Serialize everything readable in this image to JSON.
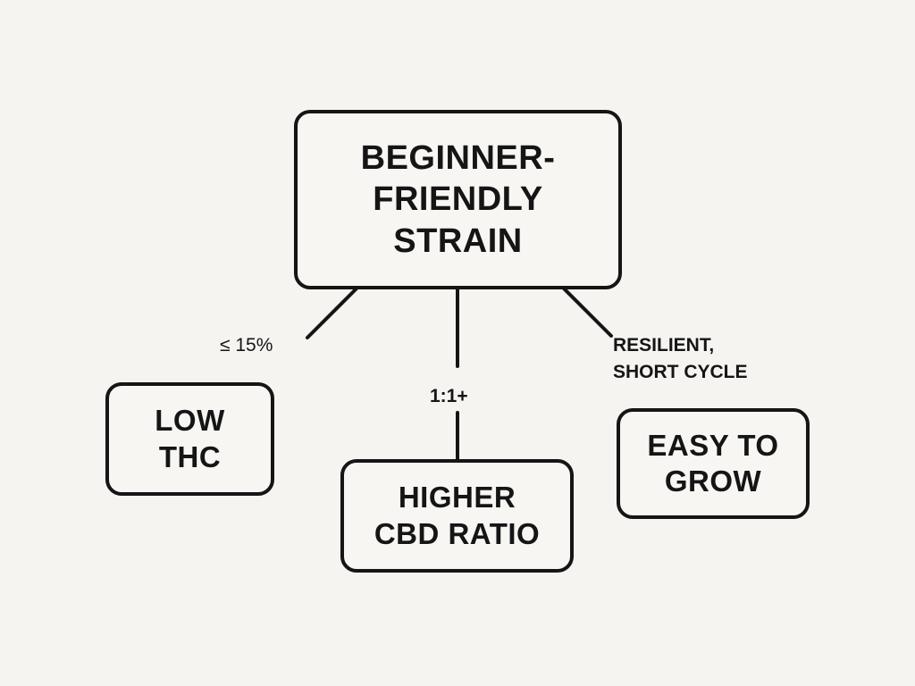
{
  "diagram": {
    "root": {
      "label": "BEGINNER-\nFRIENDLY\nSTRAIN"
    },
    "children": [
      {
        "label": "LOW\nTHC",
        "edge_label": "≤ 15%"
      },
      {
        "label": "HIGHER\nCBD RATIO",
        "edge_label": "1:1+"
      },
      {
        "label": "EASY TO\nGROW",
        "edge_label": "RESILIENT,\nSHORT CYCLE"
      }
    ],
    "colors": {
      "stroke": "#151515",
      "background": "#f5f4f1"
    }
  }
}
